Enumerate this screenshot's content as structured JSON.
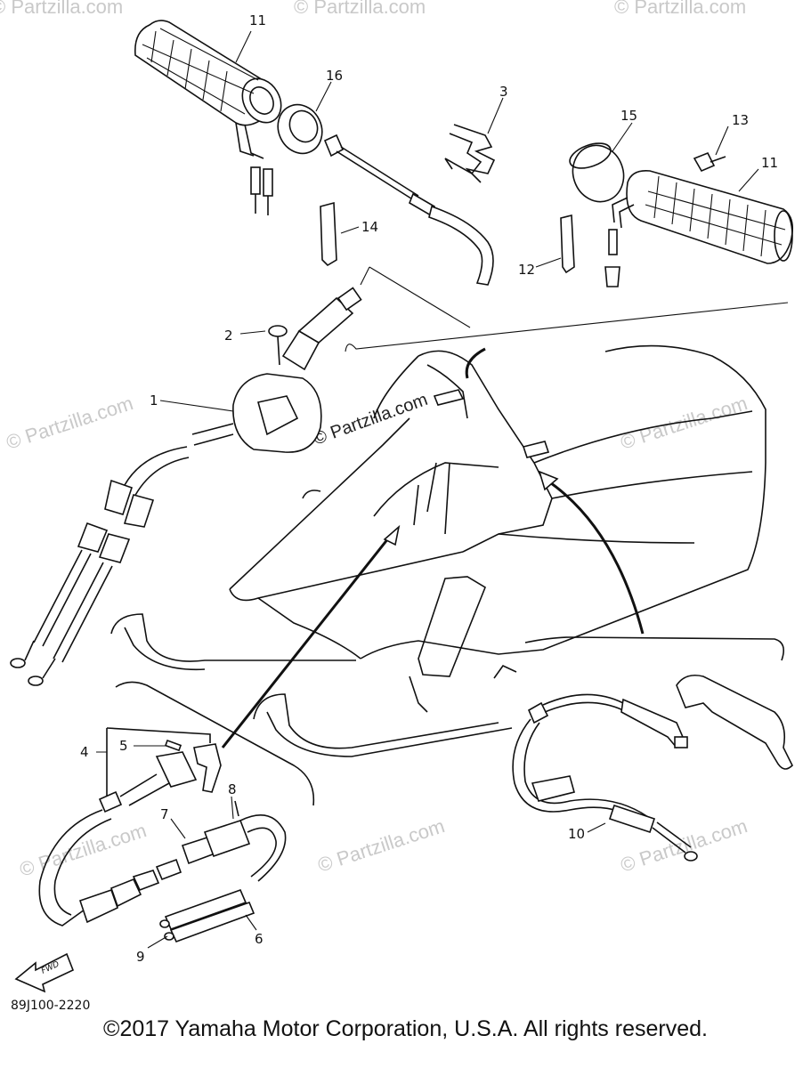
{
  "callouts": [
    "11",
    "16",
    "3",
    "15",
    "13",
    "11",
    "14",
    "12",
    "2",
    "1",
    "4",
    "5",
    "8",
    "7",
    "10",
    "9",
    "6"
  ],
  "watermark": "© Partzilla.com",
  "fwd_label": "FWD",
  "diagram_code": "89J100-2220",
  "copyright": "©2017 Yamaha Motor Corporation, U.S.A. All rights reserved."
}
